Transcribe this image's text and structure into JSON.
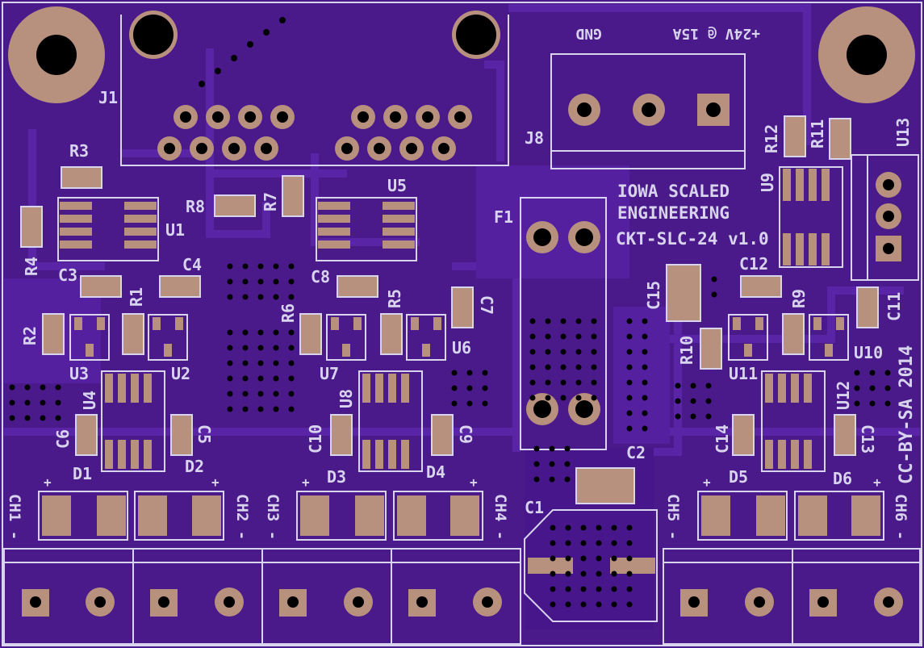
{
  "board": {
    "title_lines": [
      "IOWA SCALED",
      "ENGINEERING",
      "CKT-SLC-24 v1.0"
    ],
    "license": "CC-BY-SA 2014",
    "power_label": "+24V @ 15A",
    "gnd_label": "GND",
    "colors": {
      "board": "#4b1a8a",
      "trace": "#5a24a6",
      "copper_pad": "#b8907e",
      "silkscreen": "#d8d4ee",
      "hole": "#000000"
    }
  },
  "references": {
    "J1": "J1",
    "J8": "J8",
    "U13": "U13",
    "R12": "R12",
    "R11": "R11",
    "R3": "R3",
    "R8": "R8",
    "R7": "R7",
    "U5": "U5",
    "U9": "U9",
    "F1": "F1",
    "R4": "R4",
    "U1": "U1",
    "C3": "C3",
    "C4": "C4",
    "C8": "C8",
    "C12": "C12",
    "R1": "R1",
    "R5": "R5",
    "R6": "R6",
    "R9": "R9",
    "C7": "C7",
    "C15": "C15",
    "C11": "C11",
    "R2": "R2",
    "U3": "U3",
    "U2": "U2",
    "U7": "U7",
    "U6": "U6",
    "R10": "R10",
    "U11": "U11",
    "U10": "U10",
    "U4": "U4",
    "U8": "U8",
    "U12": "U12",
    "C6": "C6",
    "C5": "C5",
    "C10": "C10",
    "C9": "C9",
    "C14": "C14",
    "C13": "C13",
    "C2": "C2",
    "C1": "C1",
    "D1": "D1",
    "D2": "D2",
    "D3": "D3",
    "D4": "D4",
    "D5": "D5",
    "D6": "D6",
    "CH1": "CH1 -",
    "CH2": "CH2 -",
    "CH3": "CH3 -",
    "CH4": "CH4 -",
    "CH5": "CH5 -",
    "CH6": "CH6 -",
    "plus": "+"
  }
}
